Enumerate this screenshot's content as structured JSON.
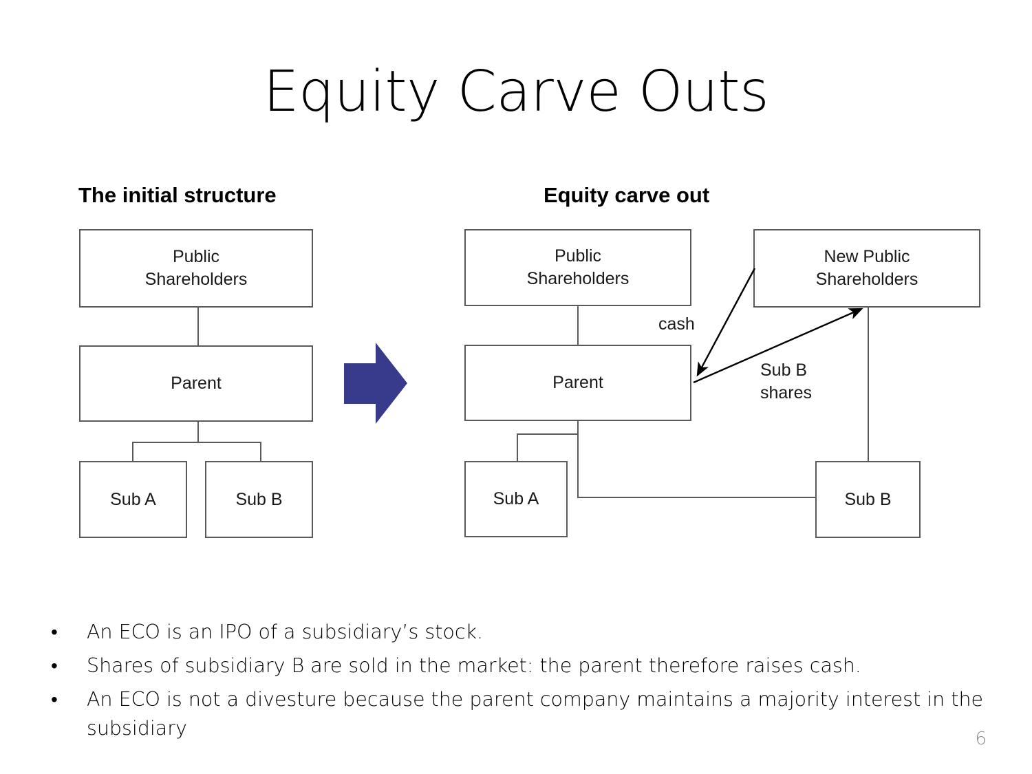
{
  "slide": {
    "title": "Equity Carve Outs",
    "page_number": "6"
  },
  "headings": {
    "left": "The initial structure",
    "right": "Equity carve out"
  },
  "transition": {
    "icon": "right-arrow-icon",
    "color": "#383a8c"
  },
  "diagram_left": {
    "name": "initial-structure-diagram",
    "nodes": {
      "public_shareholders": "Public\nShareholders",
      "parent": "Parent",
      "sub_a": "Sub A",
      "sub_b": "Sub B"
    }
  },
  "diagram_right": {
    "name": "equity-carve-out-diagram",
    "nodes": {
      "public_shareholders": "Public\nShareholders",
      "new_public_shareholders": "New Public\nShareholders",
      "parent": "Parent",
      "sub_a": "Sub A",
      "sub_b": "Sub B"
    },
    "edge_labels": {
      "cash": "cash",
      "sub_b_shares": "Sub B\nshares"
    }
  },
  "bullets": [
    {
      "marker": "•",
      "text": "An ECO is an IPO of a subsidiary’s stock."
    },
    {
      "marker": "•",
      "text": "Shares of subsidiary B are sold in the market: the parent therefore raises cash."
    },
    {
      "marker": "•",
      "text": "An ECO is not a divesture because the parent company maintains a majority interest in the subsidiary"
    }
  ]
}
